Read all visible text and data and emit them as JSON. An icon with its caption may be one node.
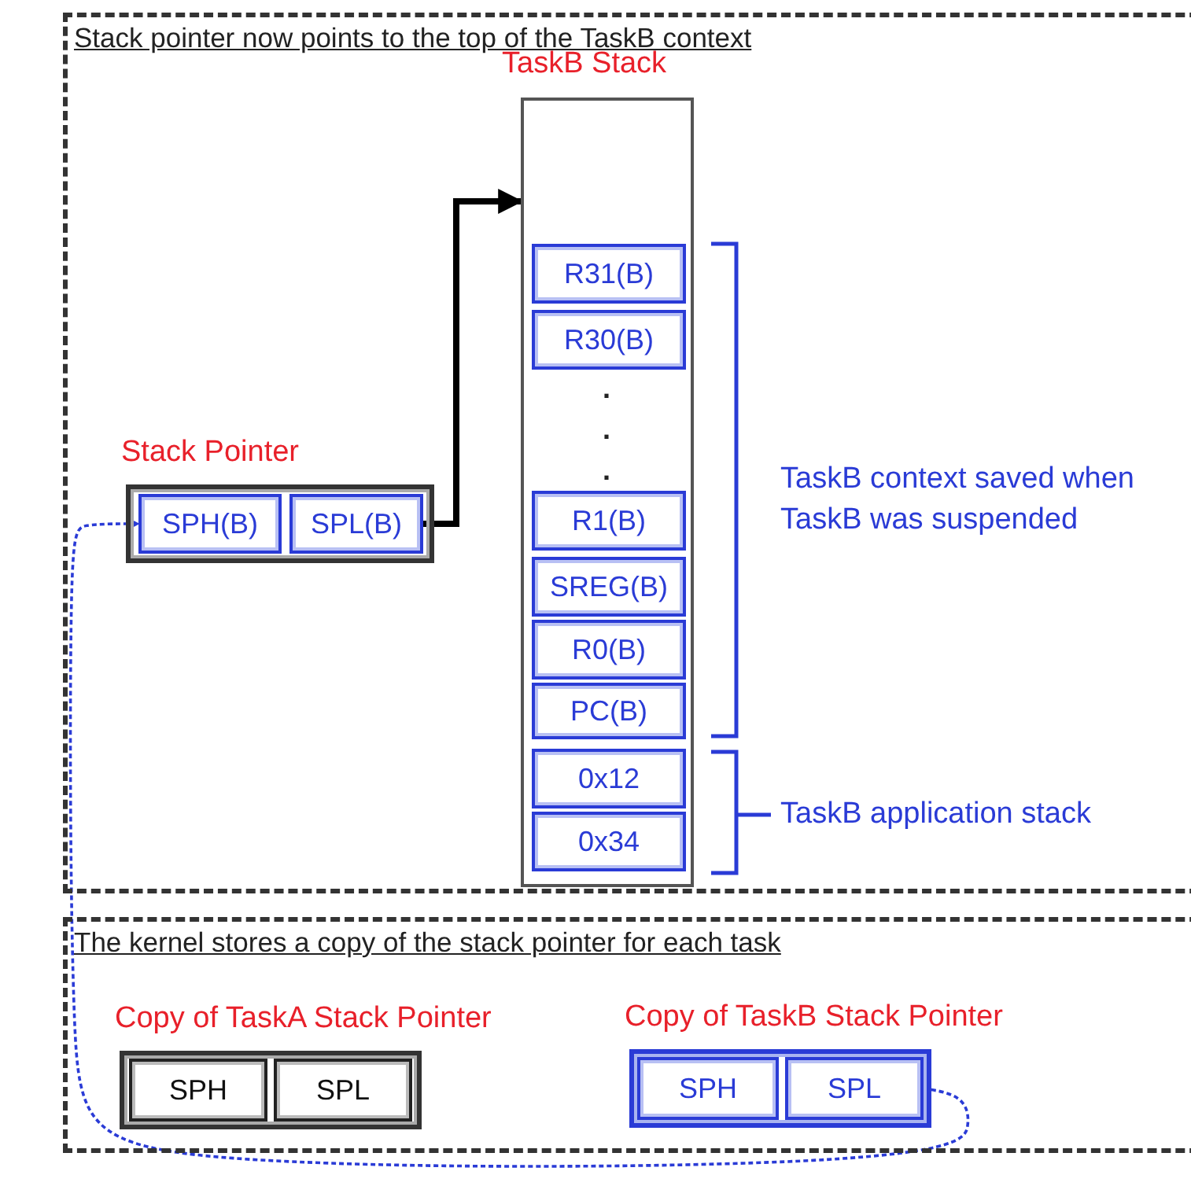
{
  "diagram": {
    "nodes": [
      {
        "text": [
          "Stack pointer now points to the top of the TaskB context"
        ]
      },
      {
        "text": [
          "TaskB Stack"
        ],
        "in": 0
      },
      {
        "text": [
          "R31(B)"
        ],
        "in": 1
      },
      {
        "text": [
          "R30(B)"
        ],
        "in": 1
      },
      {
        "text": [
          "R1(B)"
        ],
        "in": 1
      },
      {
        "text": [
          "SREG(B)"
        ],
        "in": 1
      },
      {
        "text": [
          "R0(B)"
        ],
        "in": 1
      },
      {
        "text": [
          "PC(B)"
        ],
        "in": 1
      },
      {
        "text": [
          "0x12"
        ],
        "in": 1
      },
      {
        "text": [
          "0x34"
        ],
        "in": 1
      },
      {
        "text": [
          "Stack Pointer"
        ],
        "in": 0
      },
      {
        "text": [
          "SPH(B)"
        ],
        "in": 10
      },
      {
        "text": [
          "SPL(B)"
        ],
        "in": 10
      },
      {
        "text": [
          "The kernel stores a copy of the stack pointer for each task"
        ]
      },
      {
        "text": [
          "Copy of TaskA Stack Pointer"
        ],
        "in": 13
      },
      {
        "text": [
          "SPH"
        ],
        "in": 14
      },
      {
        "text": [
          "SPL"
        ],
        "in": 14
      },
      {
        "text": [
          "Copy of TaskB Stack Pointer"
        ],
        "in": 13
      },
      {
        "text": [
          "SPH"
        ],
        "in": 17
      },
      {
        "text": [
          "SPL"
        ],
        "in": 17
      }
    ],
    "edges": [
      {
        "from": 12,
        "to": 1,
        "arrow": "to",
        "style": "thick"
      },
      {
        "from": 19,
        "to": 11,
        "arrow": "to",
        "style": "dashed",
        "color": "#2a3bd6"
      }
    ],
    "labels": [
      ".",
      ".",
      ".",
      "TaskB context saved when TaskB was suspended",
      "TaskB application stack"
    ]
  }
}
